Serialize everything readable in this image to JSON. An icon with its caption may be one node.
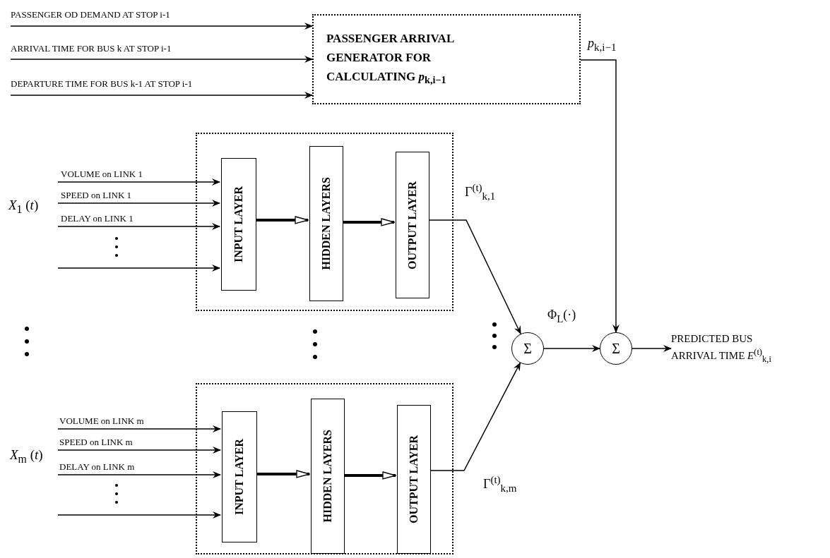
{
  "diagram": {
    "nodes": [
      {
        "text": [
          "PASSENGER ARRIVAL GENERATOR FOR CALCULATING *p*$_{k,i−1}$"
        ]
      },
      {
        "text": [],
        "shape": "box"
      },
      {
        "text": [
          "INPUT LAYER"
        ],
        "in": 1
      },
      {
        "text": [
          "HIDDEN LAYERS"
        ],
        "in": 1
      },
      {
        "text": [
          "OUTPUT LAYER"
        ],
        "in": 1
      },
      {
        "text": [],
        "shape": "box"
      },
      {
        "text": [
          "INPUT LAYER"
        ],
        "in": 5
      },
      {
        "text": [
          "HIDDEN LAYERS"
        ],
        "in": 5
      },
      {
        "text": [
          "OUTPUT LAYER"
        ],
        "in": 5
      },
      {
        "text": [
          "Σ"
        ]
      },
      {
        "text": [
          "Σ"
        ]
      },
      {
        "text": [
          "PREDICTED BUS ARRIVAL TIME *E*$^{(t)}$$_{k,i}$"
        ]
      }
    ],
    "edges": [
      {
        "from": null,
        "to": 0,
        "arrow": "to",
        "label": "PASSENGER OD DEMAND AT STOP i-1"
      },
      {
        "from": null,
        "to": 0,
        "arrow": "to",
        "label": "ARRIVAL TIME FOR BUS k AT STOP i-1"
      },
      {
        "from": null,
        "to": 0,
        "arrow": "to",
        "label": "DEPARTURE TIME FOR BUS k-1 AT STOP i-1"
      },
      {
        "from": null,
        "to": 2,
        "arrow": "to",
        "label": "VOLUME on LINK 1"
      },
      {
        "from": null,
        "to": 2,
        "arrow": "to",
        "label": "SPEED on LINK 1"
      },
      {
        "from": null,
        "to": 2,
        "arrow": "to",
        "label": "DELAY on LINK 1"
      },
      {
        "from": null,
        "to": 2,
        "arrow": "to"
      },
      {
        "from": 2,
        "to": 3,
        "arrow": "to",
        "style": "thick"
      },
      {
        "from": 3,
        "to": 4,
        "arrow": "to",
        "style": "thick"
      },
      {
        "from": 4,
        "to": 9,
        "arrow": "to",
        "label": "Γ$^{(t)}$$_{k,1}$"
      },
      {
        "from": null,
        "to": 6,
        "arrow": "to",
        "label": "VOLUME on LINK m"
      },
      {
        "from": null,
        "to": 6,
        "arrow": "to",
        "label": "SPEED on LINK m"
      },
      {
        "from": null,
        "to": 6,
        "arrow": "to",
        "label": "DELAY on LINK m"
      },
      {
        "from": null,
        "to": 6,
        "arrow": "to"
      },
      {
        "from": 6,
        "to": 7,
        "arrow": "to",
        "style": "thick"
      },
      {
        "from": 7,
        "to": 8,
        "arrow": "to",
        "style": "thick"
      },
      {
        "from": 8,
        "to": 9,
        "arrow": "to",
        "label": "Γ$^{(t)}$$_{k,m}$"
      },
      {
        "from": 9,
        "to": 10,
        "arrow": "to",
        "label": "Φ$_{L}$(·)"
      },
      {
        "from": 0,
        "to": 10,
        "arrow": "to",
        "label": "*p*$_{k,i−1}$"
      },
      {
        "from": 10,
        "to": 11,
        "arrow": "to"
      }
    ],
    "labels": [
      "*X*$_{1}$ (*t*)",
      "*X*$_{m}$ (*t*)"
    ]
  }
}
